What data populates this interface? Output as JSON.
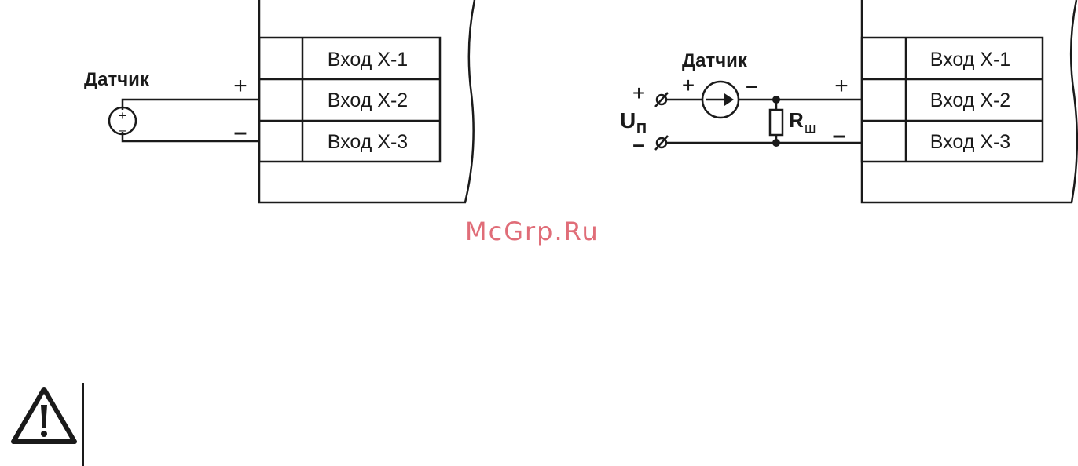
{
  "left_diagram": {
    "sensor_label": "Датчик",
    "plus": "+",
    "minus": "–",
    "inputs": [
      "Вход X-1",
      "Вход X-2",
      "Вход X-3"
    ]
  },
  "right_diagram": {
    "sensor_label": "Датчик",
    "supply_label": "U",
    "supply_sub": "П",
    "resistor_label": "R",
    "resistor_sub": "ш",
    "plus": "+",
    "minus": "–",
    "inputs": [
      "Вход X-1",
      "Вход X-2",
      "Вход X-3"
    ]
  },
  "watermark": "McGrp.Ru",
  "icons": [
    "warning-icon",
    "current-source-icon",
    "voltage-source-icon",
    "resistor-icon"
  ]
}
